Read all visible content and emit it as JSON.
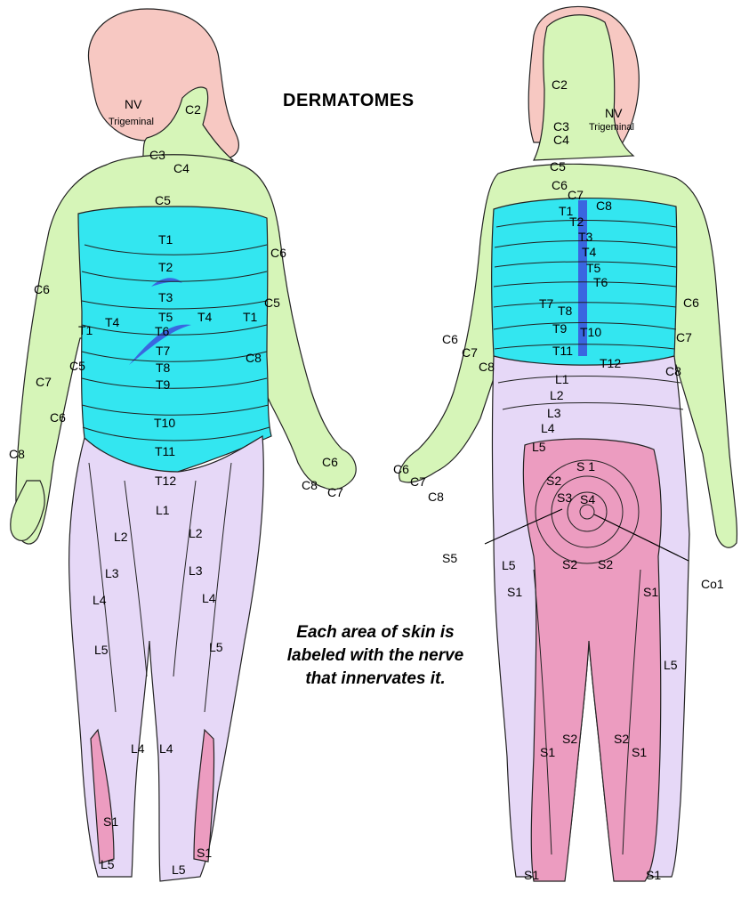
{
  "title": "DERMATOMES",
  "caption": {
    "line1": "Each area of skin is",
    "line2": "labeled with the nerve",
    "line3": "that innervates it."
  },
  "colors": {
    "face": "#f7c8c2",
    "cervical": "#d6f5b8",
    "thoracic": "#33e6f0",
    "lumbar": "#e6d8f7",
    "sacral": "#ec9cc0",
    "accent": "#3a66e0"
  },
  "front_labels": [
    {
      "id": "nv",
      "text": "NV"
    },
    {
      "id": "trigeminal",
      "text": "Trigeminal"
    },
    {
      "id": "c2",
      "text": "C2"
    },
    {
      "id": "c3",
      "text": "C3"
    },
    {
      "id": "c4",
      "text": "C4"
    },
    {
      "id": "c5",
      "text": "C5"
    },
    {
      "id": "t1",
      "text": "T1"
    },
    {
      "id": "t2",
      "text": "T2"
    },
    {
      "id": "t3",
      "text": "T3"
    },
    {
      "id": "t5",
      "text": "T5"
    },
    {
      "id": "t6",
      "text": "T6"
    },
    {
      "id": "t7",
      "text": "T7"
    },
    {
      "id": "t8",
      "text": "T8"
    },
    {
      "id": "t9",
      "text": "T9"
    },
    {
      "id": "t10",
      "text": "T10"
    },
    {
      "id": "t11",
      "text": "T11"
    },
    {
      "id": "t12",
      "text": "T12"
    },
    {
      "id": "t4l",
      "text": "T4"
    },
    {
      "id": "t4r",
      "text": "T4"
    },
    {
      "id": "t1l",
      "text": "T1"
    },
    {
      "id": "t1r",
      "text": "T1"
    },
    {
      "id": "c6l",
      "text": "C6"
    },
    {
      "id": "c7l",
      "text": "C7"
    },
    {
      "id": "c5l",
      "text": "C5"
    },
    {
      "id": "c6l2",
      "text": "C6"
    },
    {
      "id": "c8l",
      "text": "C8"
    },
    {
      "id": "c6r",
      "text": "C6"
    },
    {
      "id": "c5r",
      "text": "C5"
    },
    {
      "id": "c8r",
      "text": "C8"
    },
    {
      "id": "c6r2",
      "text": "C6"
    },
    {
      "id": "c8r2",
      "text": "C8"
    },
    {
      "id": "c7r",
      "text": "C7"
    },
    {
      "id": "l1",
      "text": "L1"
    },
    {
      "id": "l2l",
      "text": "L2"
    },
    {
      "id": "l2r",
      "text": "L2"
    },
    {
      "id": "l3l",
      "text": "L3"
    },
    {
      "id": "l3r",
      "text": "L3"
    },
    {
      "id": "l4l",
      "text": "L4"
    },
    {
      "id": "l4r",
      "text": "L4"
    },
    {
      "id": "l5l",
      "text": "L5"
    },
    {
      "id": "l5r",
      "text": "L5"
    },
    {
      "id": "l4l2",
      "text": "L4"
    },
    {
      "id": "l4r2",
      "text": "L4"
    },
    {
      "id": "s1l",
      "text": "S1"
    },
    {
      "id": "s1r",
      "text": "S1"
    },
    {
      "id": "l5l2",
      "text": "L5"
    },
    {
      "id": "l5r2",
      "text": "L5"
    }
  ],
  "back_labels": [
    {
      "id": "c2",
      "text": "C2"
    },
    {
      "id": "nv",
      "text": "NV"
    },
    {
      "id": "trigeminal",
      "text": "Trigeminal"
    },
    {
      "id": "c3",
      "text": "C3"
    },
    {
      "id": "c4",
      "text": "C4"
    },
    {
      "id": "c5",
      "text": "C5"
    },
    {
      "id": "c6",
      "text": "C6"
    },
    {
      "id": "c7",
      "text": "C7"
    },
    {
      "id": "t1",
      "text": "T1"
    },
    {
      "id": "c8",
      "text": "C8"
    },
    {
      "id": "t2",
      "text": "T2"
    },
    {
      "id": "t3",
      "text": "T3"
    },
    {
      "id": "t4",
      "text": "T4"
    },
    {
      "id": "t5",
      "text": "T5"
    },
    {
      "id": "t6",
      "text": "T6"
    },
    {
      "id": "t7",
      "text": "T7"
    },
    {
      "id": "t8",
      "text": "T8"
    },
    {
      "id": "t9",
      "text": "T9"
    },
    {
      "id": "t10",
      "text": "T10"
    },
    {
      "id": "t11",
      "text": "T11"
    },
    {
      "id": "t12",
      "text": "T12"
    },
    {
      "id": "c6r",
      "text": "C6"
    },
    {
      "id": "c7r",
      "text": "C7"
    },
    {
      "id": "c8r",
      "text": "C8"
    },
    {
      "id": "c6l",
      "text": "C6"
    },
    {
      "id": "c7l",
      "text": "C7"
    },
    {
      "id": "c8l",
      "text": "C8"
    },
    {
      "id": "l1",
      "text": "L1"
    },
    {
      "id": "l2",
      "text": "L2"
    },
    {
      "id": "l3",
      "text": "L3"
    },
    {
      "id": "l4",
      "text": "L4"
    },
    {
      "id": "l5",
      "text": "L5"
    },
    {
      "id": "c6h",
      "text": "C6"
    },
    {
      "id": "c7h",
      "text": "C7"
    },
    {
      "id": "c8h",
      "text": "C8"
    },
    {
      "id": "s1",
      "text": "S 1"
    },
    {
      "id": "s2",
      "text": "S2"
    },
    {
      "id": "s3",
      "text": "S3"
    },
    {
      "id": "s4",
      "text": "S4"
    },
    {
      "id": "s5",
      "text": "S5"
    },
    {
      "id": "co1",
      "text": "Co1"
    },
    {
      "id": "l5lt",
      "text": "L5"
    },
    {
      "id": "s2l",
      "text": "S2"
    },
    {
      "id": "s2r",
      "text": "S2"
    },
    {
      "id": "s1l",
      "text": "S1"
    },
    {
      "id": "s1r",
      "text": "S1"
    },
    {
      "id": "l5rt",
      "text": "L5"
    },
    {
      "id": "s2l2",
      "text": "S2"
    },
    {
      "id": "s2r2",
      "text": "S2"
    },
    {
      "id": "s1l2",
      "text": "S1"
    },
    {
      "id": "s1r2",
      "text": "S1"
    },
    {
      "id": "s1fl",
      "text": "S1"
    },
    {
      "id": "s1fr",
      "text": "S1"
    }
  ]
}
